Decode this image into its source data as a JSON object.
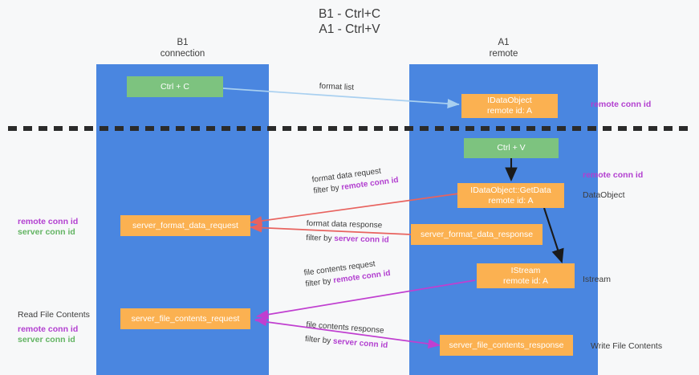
{
  "title": {
    "line1": "B1 - Ctrl+C",
    "line2": "A1 - Ctrl+V"
  },
  "lanes": [
    {
      "id": "b1",
      "name": "B1",
      "role": "connection"
    },
    {
      "id": "a1",
      "name": "A1",
      "role": "remote"
    }
  ],
  "colors": {
    "lane": "#4a86e0",
    "green_box": "#7dc37f",
    "orange_box": "#fbb151",
    "purple_text": "#b23fd0",
    "green_text": "#63b463",
    "red_arrow": "#e8635f",
    "magenta_arrow": "#c03fd0",
    "lightblue_arrow": "#a9d0f0",
    "black_arrow": "#1a1a1a",
    "divider": "#2b2b2b",
    "background": "#f7f8f9"
  },
  "boxes": {
    "ctrl_c": {
      "label": "Ctrl + C"
    },
    "ctrl_v": {
      "label": "Ctrl + V"
    },
    "idataobject_top": {
      "line1": "IDataObject",
      "line2": "remote id: A"
    },
    "getdata": {
      "line1": "IDataObject::GetData",
      "line2": "remote id: A"
    },
    "istream": {
      "line1": "IStream",
      "line2": "remote id: A"
    },
    "server_format_data_request": {
      "label": "server_format_data_request"
    },
    "server_format_data_response": {
      "label": "server_format_data_response"
    },
    "server_file_contents_request": {
      "label": "server_file_contents_request"
    },
    "server_file_contents_response": {
      "label": "server_file_contents_response"
    }
  },
  "edge_labels": {
    "format_list": "format list",
    "format_data_request": "format data request",
    "format_data_request_filter_prefix": "filter by ",
    "format_data_request_filter_key": "remote conn id",
    "format_data_response": "format data response",
    "format_data_response_filter_prefix": "filter by ",
    "format_data_response_filter_key": "server conn id",
    "file_contents_request": "file contents request",
    "file_contents_request_filter_prefix": "filter by ",
    "file_contents_request_filter_key": "remote conn id",
    "file_contents_response": "file contents response",
    "file_contents_response_filter_prefix": "filter by ",
    "file_contents_response_filter_key": "server conn id"
  },
  "side_labels": {
    "right_remote_conn_id_top": "remote conn id",
    "right_remote_conn_id_mid": "remote conn id",
    "right_dataobject": "DataObject",
    "right_istream": "Istream",
    "right_write_file_contents": "Write File Contents",
    "left_remote_conn_id_mid": "remote conn id",
    "left_server_conn_id_mid": "server conn id",
    "left_read_file_contents": "Read File Contents",
    "left_remote_conn_id_bottom": "remote conn id",
    "left_server_conn_id_bottom": "server conn id"
  }
}
